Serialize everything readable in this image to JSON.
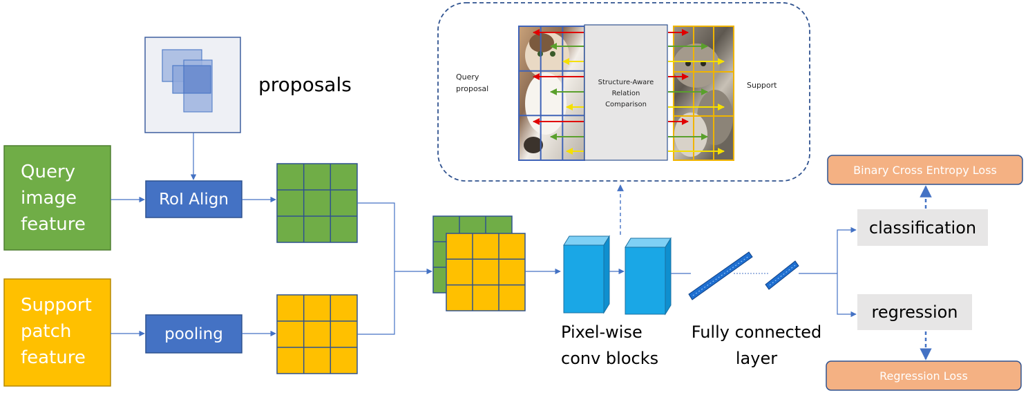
{
  "labels": {
    "proposals": "proposals",
    "roi_align": "RoI Align",
    "pooling": "pooling",
    "query_feature": [
      "Query",
      "image",
      "feature"
    ],
    "support_feature": [
      "Support",
      "patch",
      "feature"
    ],
    "conv_blocks": [
      "Pixel-wise",
      "conv blocks"
    ],
    "fc_layer": [
      "Fully connected",
      "layer"
    ],
    "classification": "classification",
    "regression": "regression",
    "bce_loss": "Binary Cross Entropy Loss",
    "regression_loss": "Regression Loss",
    "query_proposal": [
      "Query",
      "proposal"
    ],
    "support": "Support",
    "relation": [
      "Structure-Aware",
      "Relation",
      "Comparison"
    ]
  },
  "colors": {
    "green": "#70ad47",
    "green_dark": "#3c6e1f",
    "gold": "#ffc000",
    "blue": "#4472c4",
    "blue_dark": "#2f528f",
    "cyan": "#1aa7e6",
    "loss": "#f4b183",
    "gray_box": "#e7e6e6",
    "arrow": "#4472c4"
  },
  "icons": {
    "query_proposal_image": "cat-photo",
    "support_image": "kitten-photo"
  }
}
